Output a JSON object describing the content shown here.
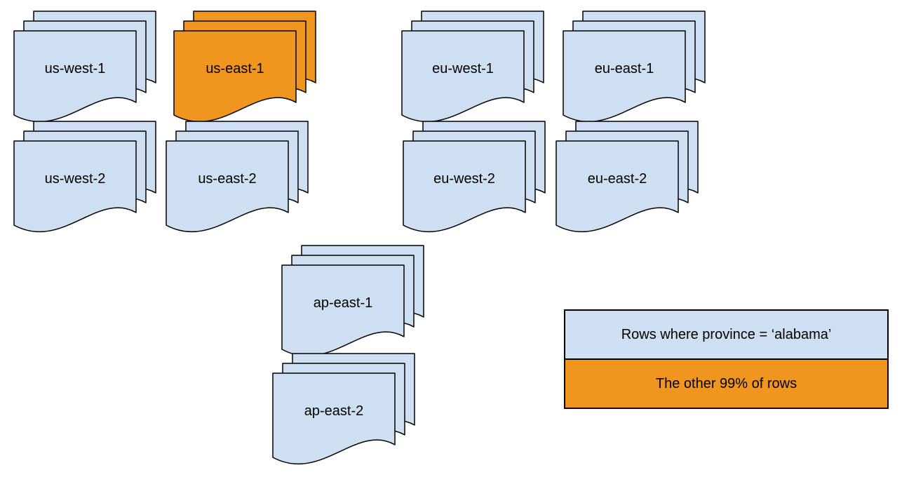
{
  "diagram": {
    "title_hint": "database-rows-distributed-across-regions",
    "colors": {
      "background": "#ffffff",
      "blue": "#cfdff2",
      "orange": "#f0961f",
      "outline": "#000000"
    },
    "stacks": [
      {
        "label": "us-west-1",
        "fill": "#cfdff2"
      },
      {
        "label": "us-east-1",
        "fill": "#f0961f"
      },
      {
        "label": "eu-west-1",
        "fill": "#cfdff2"
      },
      {
        "label": "eu-east-1",
        "fill": "#cfdff2"
      },
      {
        "label": "us-west-2",
        "fill": "#cfdff2"
      },
      {
        "label": "us-east-2",
        "fill": "#cfdff2"
      },
      {
        "label": "eu-west-2",
        "fill": "#cfdff2"
      },
      {
        "label": "eu-east-2",
        "fill": "#cfdff2"
      },
      {
        "label": "ap-east-1",
        "fill": "#cfdff2"
      },
      {
        "label": "ap-east-2",
        "fill": "#cfdff2"
      }
    ],
    "legend": {
      "items": [
        {
          "label": "Rows where province = ‘alabama’",
          "fill": "#cfdff2"
        },
        {
          "label": "The other 99% of rows",
          "fill": "#f0961f"
        }
      ]
    }
  }
}
